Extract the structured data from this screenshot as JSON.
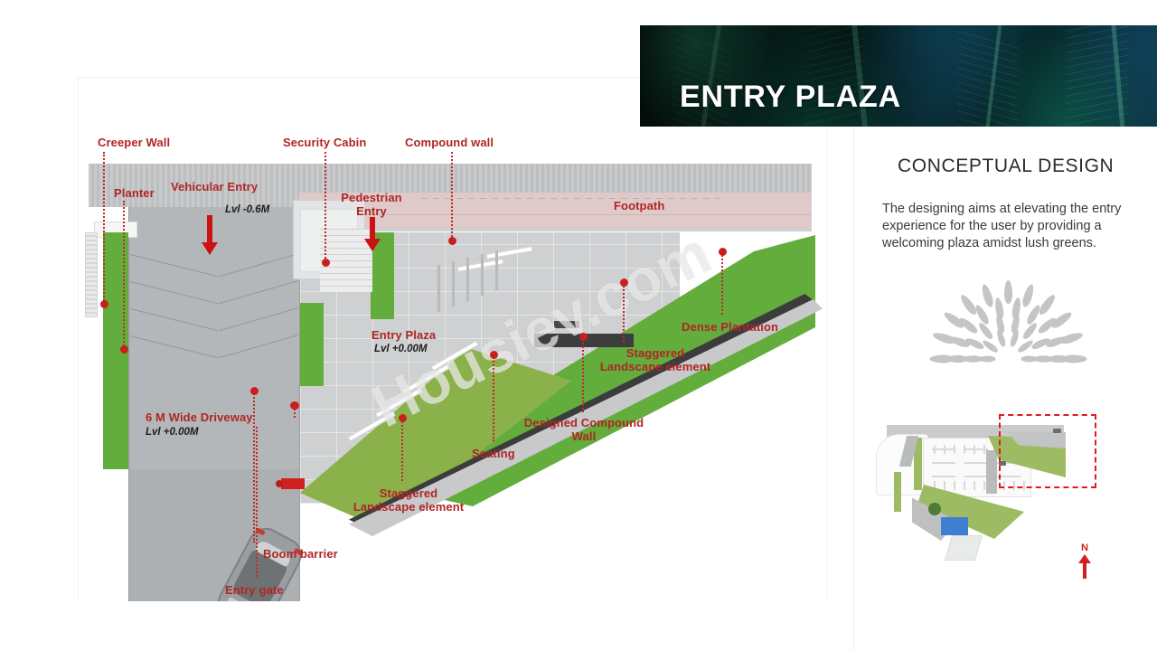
{
  "header": {
    "title": "ENTRY PLAZA",
    "banner_icon": "tropical-leaf-photo"
  },
  "right_panel": {
    "section_title": "CONCEPTUAL DESIGN",
    "body_text": "The designing aims at elevating the entry experience for the user by providing a welcoming plaza amidst lush greens.",
    "ornament_icon": "leaf-burst-ornament",
    "keyplan": {
      "name": "site-key-plan",
      "highlight": "red-dashed-zone-box"
    },
    "north_arrow": {
      "label": "N",
      "icon": "north-arrow-icon"
    }
  },
  "plan": {
    "watermark": "Housiev.com",
    "annotations": [
      {
        "id": "creeper-wall",
        "label": "Creeper Wall"
      },
      {
        "id": "planter",
        "label": "Planter"
      },
      {
        "id": "vehicular-entry",
        "label": "Vehicular Entry"
      },
      {
        "id": "security-cabin",
        "label": "Security Cabin"
      },
      {
        "id": "pedestrian-entry",
        "label": "Pedestrian Entry"
      },
      {
        "id": "compound-wall",
        "label": "Compound wall"
      },
      {
        "id": "footpath",
        "label": "Footpath"
      },
      {
        "id": "entry-plaza",
        "label": "Entry Plaza"
      },
      {
        "id": "dense-plantation",
        "label": "Dense Plantation"
      },
      {
        "id": "staggered-landscape-upper",
        "label": "Staggered Landscape element"
      },
      {
        "id": "designed-compound-wall",
        "label": "Designed Compound Wall"
      },
      {
        "id": "seating",
        "label": "Seating"
      },
      {
        "id": "staggered-landscape-lower",
        "label": "Staggered Landscape element"
      },
      {
        "id": "driveway",
        "label": "6 M Wide Driveway"
      },
      {
        "id": "boom-barrier",
        "label": "Boom barrier"
      },
      {
        "id": "entry-gate",
        "label": "Entry gate"
      }
    ],
    "levels": [
      {
        "id": "vehicular-entry-level",
        "label": "Lvl -0.6M"
      },
      {
        "id": "entry-plaza-level",
        "label": "Lvl +0.00M"
      },
      {
        "id": "driveway-level",
        "label": "Lvl +0.00M"
      }
    ]
  },
  "colors": {
    "annotation_red": "#b02525",
    "leader_red": "#c02a2a",
    "arrow_red": "#cc1111",
    "green_planting": "#63ad3c",
    "green_lawn": "#8bb24a",
    "paving_grey": "#cfd0d1",
    "road_grey": "#c3c4c5",
    "footpath_pink": "#dfc9c9",
    "banner_dark": "#05140f"
  }
}
